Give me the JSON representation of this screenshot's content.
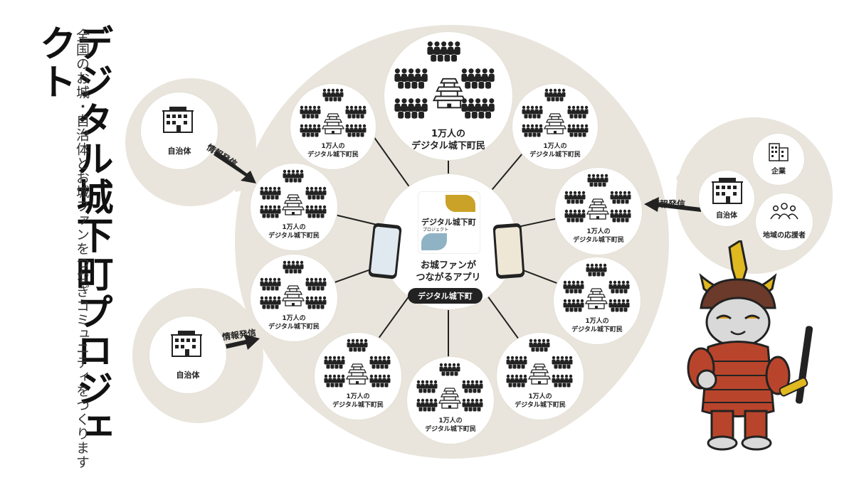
{
  "title": "デジタル城下町プロジェクト",
  "subtitle": "全国のお城・自治体とお城ファンをつなぎコミュニティをつくります",
  "center": {
    "logo_text": "デジタル城下町",
    "logo_sub": "プロジェクト",
    "app_caption_line1": "お城ファンが",
    "app_caption_line2": "つながるアプリ",
    "app_name": "デジタル城下町"
  },
  "community_nodes": [
    {
      "line1": "1万人の",
      "line2": "デジタル城下町民"
    },
    {
      "line1": "1万人の",
      "line2": "デジタル城下町民"
    },
    {
      "line1": "1万人の",
      "line2": "デジタル城下町民"
    },
    {
      "line1": "1万人の",
      "line2": "デジタル城下町民"
    },
    {
      "line1": "1万人の",
      "line2": "デジタル城下町民"
    },
    {
      "line1": "1万人の",
      "line2": "デジタル城下町民"
    },
    {
      "line1": "1万人の",
      "line2": "デジタル城下町民"
    },
    {
      "line1": "1万人の",
      "line2": "デジタル城下町民"
    },
    {
      "line1": "1万人の",
      "line2": "デジタル城下町民"
    },
    {
      "line1": "1万人の",
      "line2": "デジタル城下町民"
    }
  ],
  "left_groups": [
    {
      "label": "自治体",
      "arrow": "情報発信"
    },
    {
      "label": "自治体",
      "arrow": "情報発信"
    }
  ],
  "right_group": {
    "arrow": "情報発信",
    "items": [
      "企業",
      "自治体",
      "地域の応援者"
    ]
  },
  "colors": {
    "background": "#e9e5dc",
    "accent_gold": "#c9a227",
    "accent_blue": "#8fb3c4",
    "dark": "#222222"
  }
}
